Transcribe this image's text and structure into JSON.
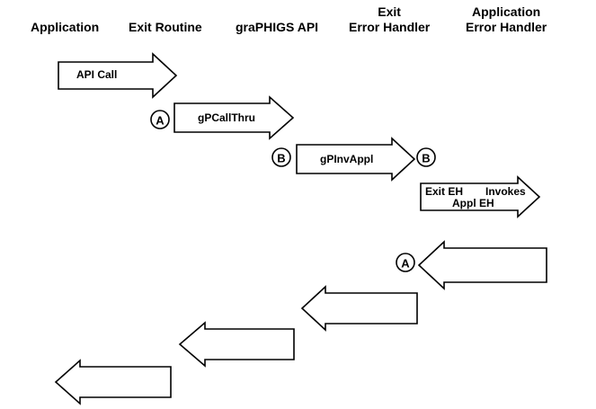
{
  "columns": {
    "application": "Application",
    "exit_routine": "Exit Routine",
    "graphigs_api": "graPHIGS API",
    "exit_error_handler": [
      "Exit",
      "Error Handler"
    ],
    "application_error_handler": [
      "Application",
      "Error Handler"
    ]
  },
  "arrows": {
    "api_call": "API Call",
    "gpcallthru": "gPCallThru",
    "gpinvappl": "gPInvAppl",
    "exit_eh_invokes": [
      "Exit EH",
      "Invokes",
      "Appl EH"
    ]
  },
  "markers": {
    "a": "A",
    "b": "B"
  }
}
